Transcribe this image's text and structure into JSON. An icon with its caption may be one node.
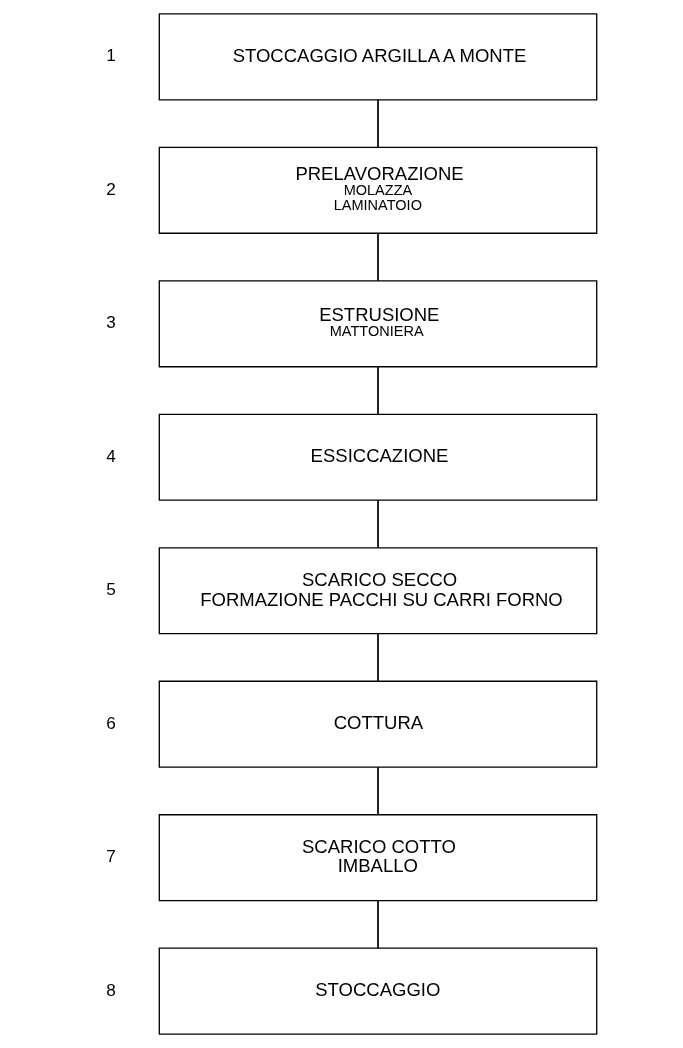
{
  "diagram": {
    "nodes": [
      {
        "text": [
          "STOCCAGGIO ARGILLA A MONTE"
        ],
        "beside": [
          "1"
        ]
      },
      {
        "text": [
          "PRELAVORAZIONE",
          "MOLAZZA",
          "LAMINATOIO"
        ],
        "beside": [
          "2"
        ]
      },
      {
        "text": [
          "ESTRUSIONE",
          "MATTONIERA"
        ],
        "beside": [
          "3"
        ]
      },
      {
        "text": [
          "ESSICCAZIONE"
        ],
        "beside": [
          "4"
        ]
      },
      {
        "text": [
          "SCARICO SECCO",
          "FORMAZIONE PACCHI SU CARRI FORNO"
        ],
        "beside": [
          "5"
        ]
      },
      {
        "text": [
          "COTTURA"
        ],
        "beside": [
          "6"
        ]
      },
      {
        "text": [
          "SCARICO COTTO",
          "IMBALLO"
        ],
        "beside": [
          "7"
        ]
      },
      {
        "text": [
          "STOCCAGGIO"
        ],
        "beside": [
          "8"
        ]
      }
    ],
    "edges": [
      {
        "from": 0,
        "to": 1,
        "arrow": "none"
      },
      {
        "from": 1,
        "to": 2,
        "arrow": "none"
      },
      {
        "from": 2,
        "to": 3,
        "arrow": "none"
      },
      {
        "from": 3,
        "to": 4,
        "arrow": "none"
      },
      {
        "from": 4,
        "to": 5,
        "arrow": "none"
      },
      {
        "from": 5,
        "to": 6,
        "arrow": "none"
      },
      {
        "from": 6,
        "to": 7,
        "arrow": "none"
      }
    ]
  }
}
